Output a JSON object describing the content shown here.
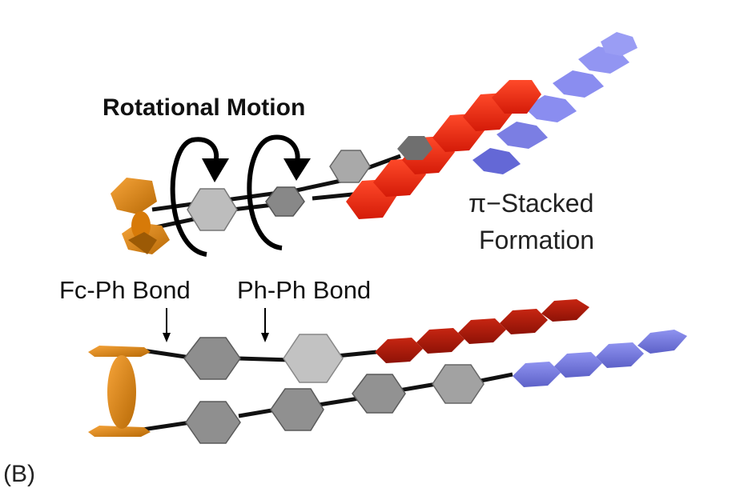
{
  "labels": {
    "title": "Rotational Motion",
    "pi_stacked_line1": "π−Stacked",
    "pi_stacked_line2": "Formation",
    "fc_ph_bond": "Fc-Ph Bond",
    "ph_ph_bond": "Ph-Ph Bond",
    "panel": "(B)"
  },
  "colors": {
    "ferrocene": "#e0860f",
    "ferrocene_dark": "#9c5a05",
    "phenyl_light": "#bdbdbd",
    "phenyl_mid": "#8c8c8c",
    "phenyl_dark": "#555555",
    "red_unit": "#ef2a12",
    "dark_red_unit": "#b8170c",
    "blue_unit": "#7b7ee3",
    "bond": "#111111"
  }
}
